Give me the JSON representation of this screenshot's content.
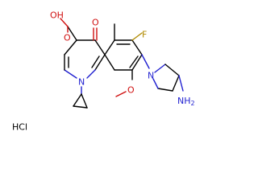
{
  "labels": {
    "cooh_oh": "OH",
    "carbonyl_o": "O",
    "ketone_o": "O",
    "fluoro": "F",
    "ring_n": "N",
    "pyrrolidine_n": "N",
    "methoxy_o": "O",
    "amine": "NH",
    "amine_sub": "2",
    "salt": "HCl"
  },
  "colors": {
    "bond": "#000000",
    "nitrogen": "#1f1fd0",
    "oxygen": "#d01010",
    "fluorine": "#b08a00"
  }
}
